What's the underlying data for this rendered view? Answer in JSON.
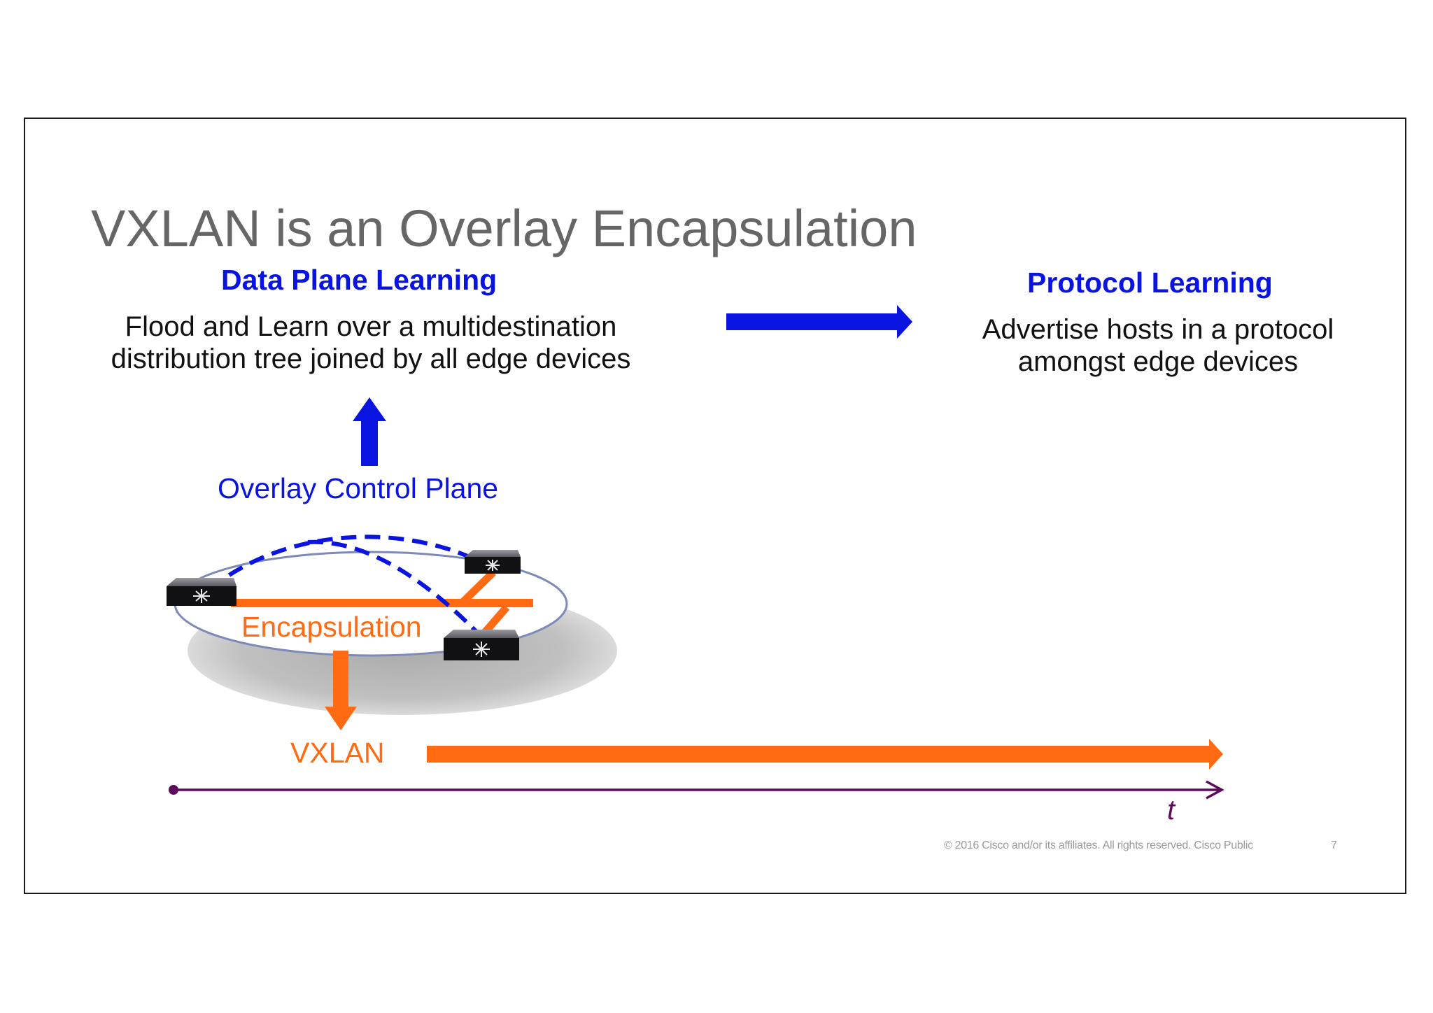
{
  "slide": {
    "title": "VXLAN is an Overlay Encapsulation",
    "left": {
      "heading": "Data Plane Learning",
      "body_line1": "Flood and Learn over a multidestination",
      "body_line2": "distribution tree joined by all edge devices"
    },
    "right": {
      "heading": "Protocol Learning",
      "body_line1": "Advertise hosts in a protocol",
      "body_line2": "amongst edge devices"
    },
    "overlay_label": "Overlay Control Plane",
    "encapsulation_label": "Encapsulation",
    "vxlan_label": "VXLAN",
    "time_axis_label": "t",
    "footer_copyright": "© 2016  Cisco and/or its affiliates. All rights reserved.   Cisco Public",
    "page_number": "7"
  },
  "colors": {
    "accent_blue": "#0a14e0",
    "accent_orange": "#ff6a13",
    "timeline_purple": "#5c0a5c",
    "title_gray": "#666666"
  },
  "icons": [
    "network-switch-icon",
    "network-switch-icon",
    "network-switch-icon"
  ]
}
